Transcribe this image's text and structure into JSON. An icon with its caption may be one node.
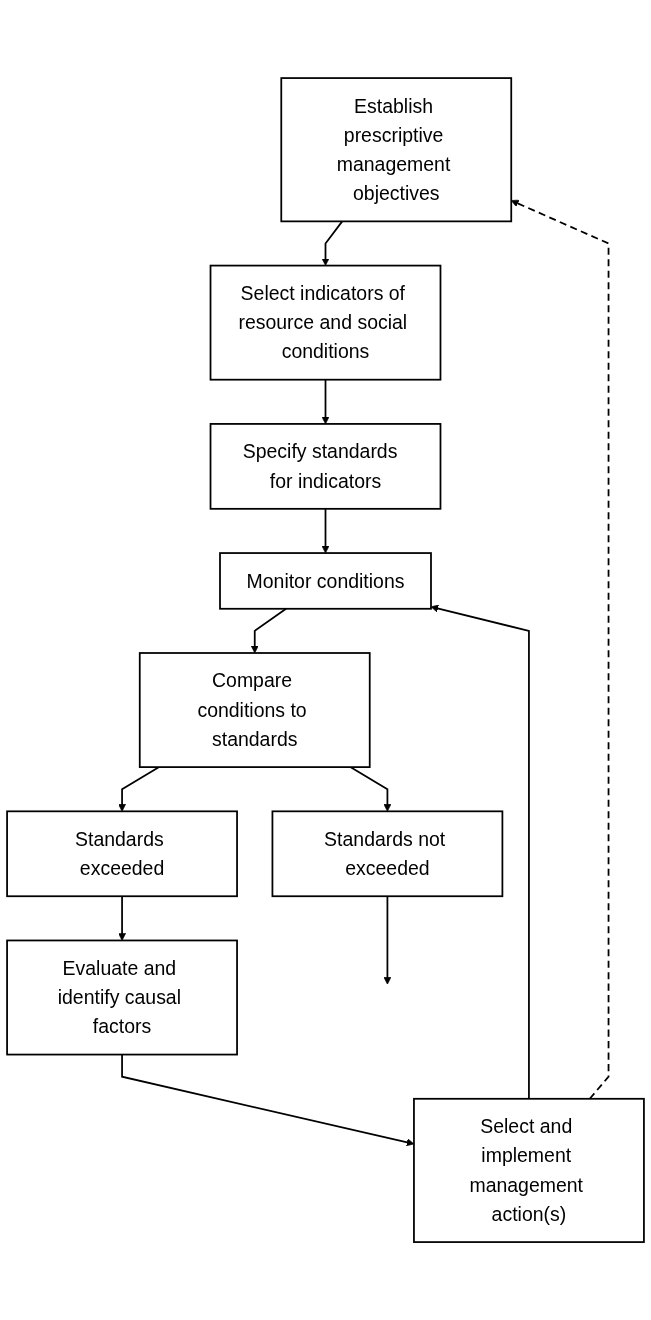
{
  "diagram": {
    "nodes": [
      {
        "text": [
          "Establish prescriptive management objectives"
        ]
      },
      {
        "text": [
          "Select indicators of resource and social conditions"
        ]
      },
      {
        "text": [
          "Specify standards  for indicators"
        ]
      },
      {
        "text": [
          "Monitor conditions"
        ]
      },
      {
        "text": [
          "Compare conditions to standards"
        ]
      },
      {
        "text": [
          "Standards exceeded"
        ]
      },
      {
        "text": [
          "Standards not exceeded"
        ]
      },
      {
        "text": [
          "Evaluate and identify causal factors"
        ]
      },
      {
        "text": [
          "Select and implement management action(s)"
        ]
      }
    ],
    "edges": [
      {
        "from": 0,
        "to": 1,
        "arrow": "to"
      },
      {
        "from": 1,
        "to": 2,
        "arrow": "to"
      },
      {
        "from": 2,
        "to": 3,
        "arrow": "to"
      },
      {
        "from": 3,
        "to": 4,
        "arrow": "to"
      },
      {
        "from": 4,
        "to": 5,
        "arrow": "to"
      },
      {
        "from": 4,
        "to": 6,
        "arrow": "to"
      },
      {
        "from": 6,
        "to": null,
        "arrow": "to"
      },
      {
        "from": 5,
        "to": 7,
        "arrow": "to"
      },
      {
        "from": 7,
        "to": 8,
        "arrow": "to"
      },
      {
        "from": 8,
        "to": 3,
        "arrow": "to"
      },
      {
        "from": 8,
        "to": 0,
        "arrow": "to",
        "style": "dashed"
      }
    ]
  }
}
